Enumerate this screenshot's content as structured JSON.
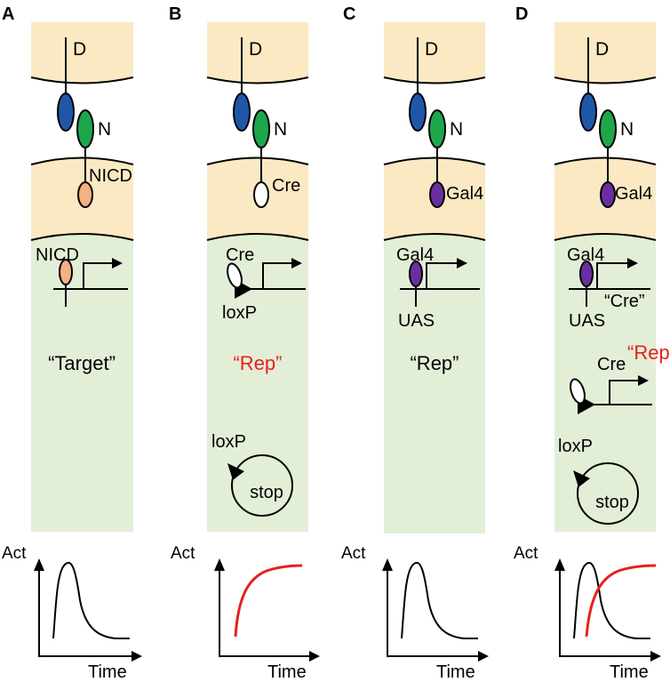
{
  "panels": [
    {
      "letter": "A",
      "ligand_label": "D",
      "receptor_label": "N",
      "ic_label": "NICD",
      "nucleus_tf_label": "NICD",
      "binding_site_label": "",
      "output_label": "“Target”",
      "plot": {
        "ylabel": "Act",
        "xlabel": "Time"
      }
    },
    {
      "letter": "B",
      "ligand_label": "D",
      "receptor_label": "N",
      "ic_label": "Cre",
      "nucleus_tf_label": "Cre",
      "binding_site_label": "loxP",
      "output_label": "“Rep”",
      "circle_site_label": "loxP",
      "circle_label": "stop",
      "plot": {
        "ylabel": "Act",
        "xlabel": "Time"
      }
    },
    {
      "letter": "C",
      "ligand_label": "D",
      "receptor_label": "N",
      "ic_label": "Gal4",
      "nucleus_tf_label": "Gal4",
      "binding_site_label": "UAS",
      "output_label": "“Rep”",
      "plot": {
        "ylabel": "Act",
        "xlabel": "Time"
      }
    },
    {
      "letter": "D",
      "ligand_label": "D",
      "receptor_label": "N",
      "ic_label": "Gal4",
      "nucleus_tf_label": "Gal4",
      "binding_site_label": "UAS",
      "gene_label": "“Cre”",
      "second_tf_label": "Cre",
      "output_label": "“Rep”",
      "circle_site_label": "loxP",
      "circle_label": "stop",
      "plot": {
        "ylabel": "Act",
        "xlabel": "Time"
      }
    }
  ],
  "colors": {
    "membrane": "#fbe9c3",
    "nucleus": "#e3eed7",
    "ligand": "#1f57a8",
    "receptor": "#1fa64a",
    "nicd": "#f3b184",
    "cre": "#ffffff",
    "gal4": "#6b2ea0",
    "red": "#e8201b",
    "black": "#000000"
  }
}
